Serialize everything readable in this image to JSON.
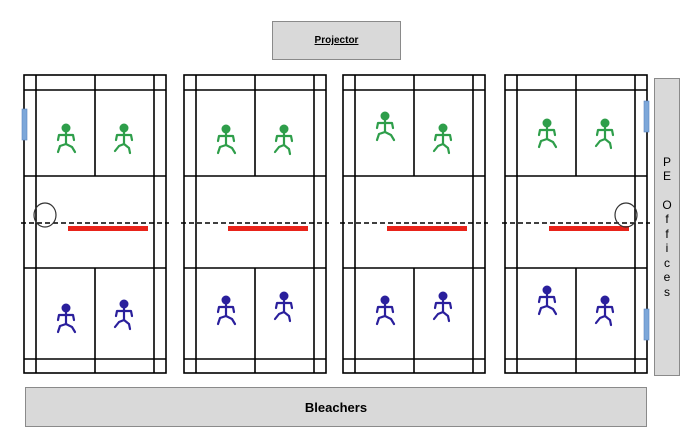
{
  "labels": {
    "projector": "Projector",
    "bleachers": "Bleachers",
    "pe_offices_words": [
      "PE",
      "Offices"
    ]
  },
  "courts": [
    {
      "id": 1,
      "has_left_mark": true,
      "has_right_mark": false,
      "circle_side": "left"
    },
    {
      "id": 2,
      "has_left_mark": false,
      "has_right_mark": false,
      "circle_side": "none"
    },
    {
      "id": 3,
      "has_left_mark": false,
      "has_right_mark": false,
      "circle_side": "none"
    },
    {
      "id": 4,
      "has_left_mark": false,
      "has_right_mark": true,
      "circle_side": "right"
    }
  ],
  "player_icons": {
    "top_team": "green-stick-figure-icon",
    "bottom_team": "blue-stick-figure-icon"
  },
  "colors": {
    "top_team": "#2e9e4a",
    "bottom_team": "#2a1f9c",
    "net_bar": "#e8231a",
    "wall_mark": "#7da7d9",
    "court_line": "#000000",
    "label_fill": "#d9d9d9"
  }
}
